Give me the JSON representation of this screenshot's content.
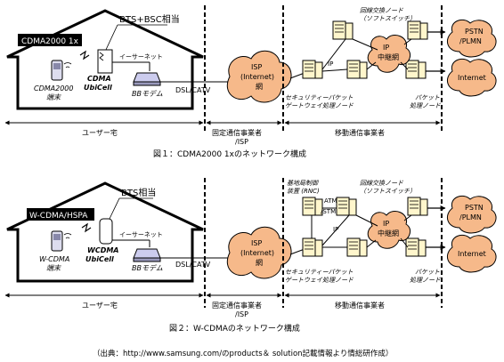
{
  "fig1": {
    "title_label": "CDMA2000 1x",
    "bts_label": "BTS+BSC相当",
    "terminal_label_1": "CDMA2000",
    "terminal_label_2": "端末",
    "ubicell_label_1": "CDMA",
    "ubicell_label_2": "UbiCell",
    "ethernet_label": "イーサーネット",
    "modem_label": "BBモデム",
    "dsl_label": "DSL/CATV",
    "isp_label_1": "ISP",
    "isp_label_2": "(Internet)",
    "isp_label_3": "網",
    "ip_label": "IP",
    "core_label_1": "IP",
    "core_label_2": "中継網",
    "switch_label_1": "回線交換ノード",
    "switch_label_2": "（ソフトスイッチ）",
    "pstn_label_1": "PSTN",
    "pstn_label_2": "/PLMN",
    "internet_label": "Internet",
    "sec_gw_label_1": "セキュリティーパケット",
    "sec_gw_label_2": "ゲートウェイ処理ノード",
    "packet_node_label_1": "パケット",
    "packet_node_label_2": "処理ノード",
    "zone_user": "ユーザー宅",
    "zone_fixed_1": "固定通信事業者",
    "zone_fixed_2": "/ISP",
    "zone_mobile": "移動通信事業者",
    "caption": "図１：CDMA2000 1xのネットワーク構成"
  },
  "fig2": {
    "title_label": "W-CDMA/HSPA",
    "bts_label": "BTS相当",
    "terminal_label_1": "W-CDMA",
    "terminal_label_2": "端末",
    "ubicell_label_1": "WCDMA",
    "ubicell_label_2": "UbiCell",
    "ethernet_label": "イーサーネット",
    "modem_label": "BBモデム",
    "dsl_label": "DSL/CATV",
    "isp_label_1": "ISP",
    "isp_label_2": "(Internet)",
    "isp_label_3": "網",
    "rnc_label_1": "基地局制御",
    "rnc_label_2": "装置 (RNC)",
    "atm_label_1": "ATM",
    "atm_label_2": "/STM",
    "ip_label": "IP",
    "core_label_1": "IP",
    "core_label_2": "中継網",
    "switch_label_1": "回線交換ノード",
    "switch_label_2": "（ソフトスイッチ）",
    "pstn_label_1": "PSTN",
    "pstn_label_2": "/PLMN",
    "internet_label": "Internet",
    "sec_gw_label_1": "セキュリティーパケット",
    "sec_gw_label_2": "ゲートウェイ処理ノード",
    "packet_node_label_1": "パケット",
    "packet_node_label_2": "処理ノード",
    "zone_user": "ユーザー宅",
    "zone_fixed_1": "固定通信事業者",
    "zone_fixed_2": "/ISP",
    "zone_mobile": "移動通信事業者",
    "caption": "図２：W-CDMAのネットワーク構成"
  },
  "source": "（出典：http://www.samsung.com/のproducts＆ solution記載情報より情総研作成）",
  "colors": {
    "cloud_fill": "#f6b98a",
    "title_box": "#000000",
    "server_fill": "#fff6cc"
  }
}
